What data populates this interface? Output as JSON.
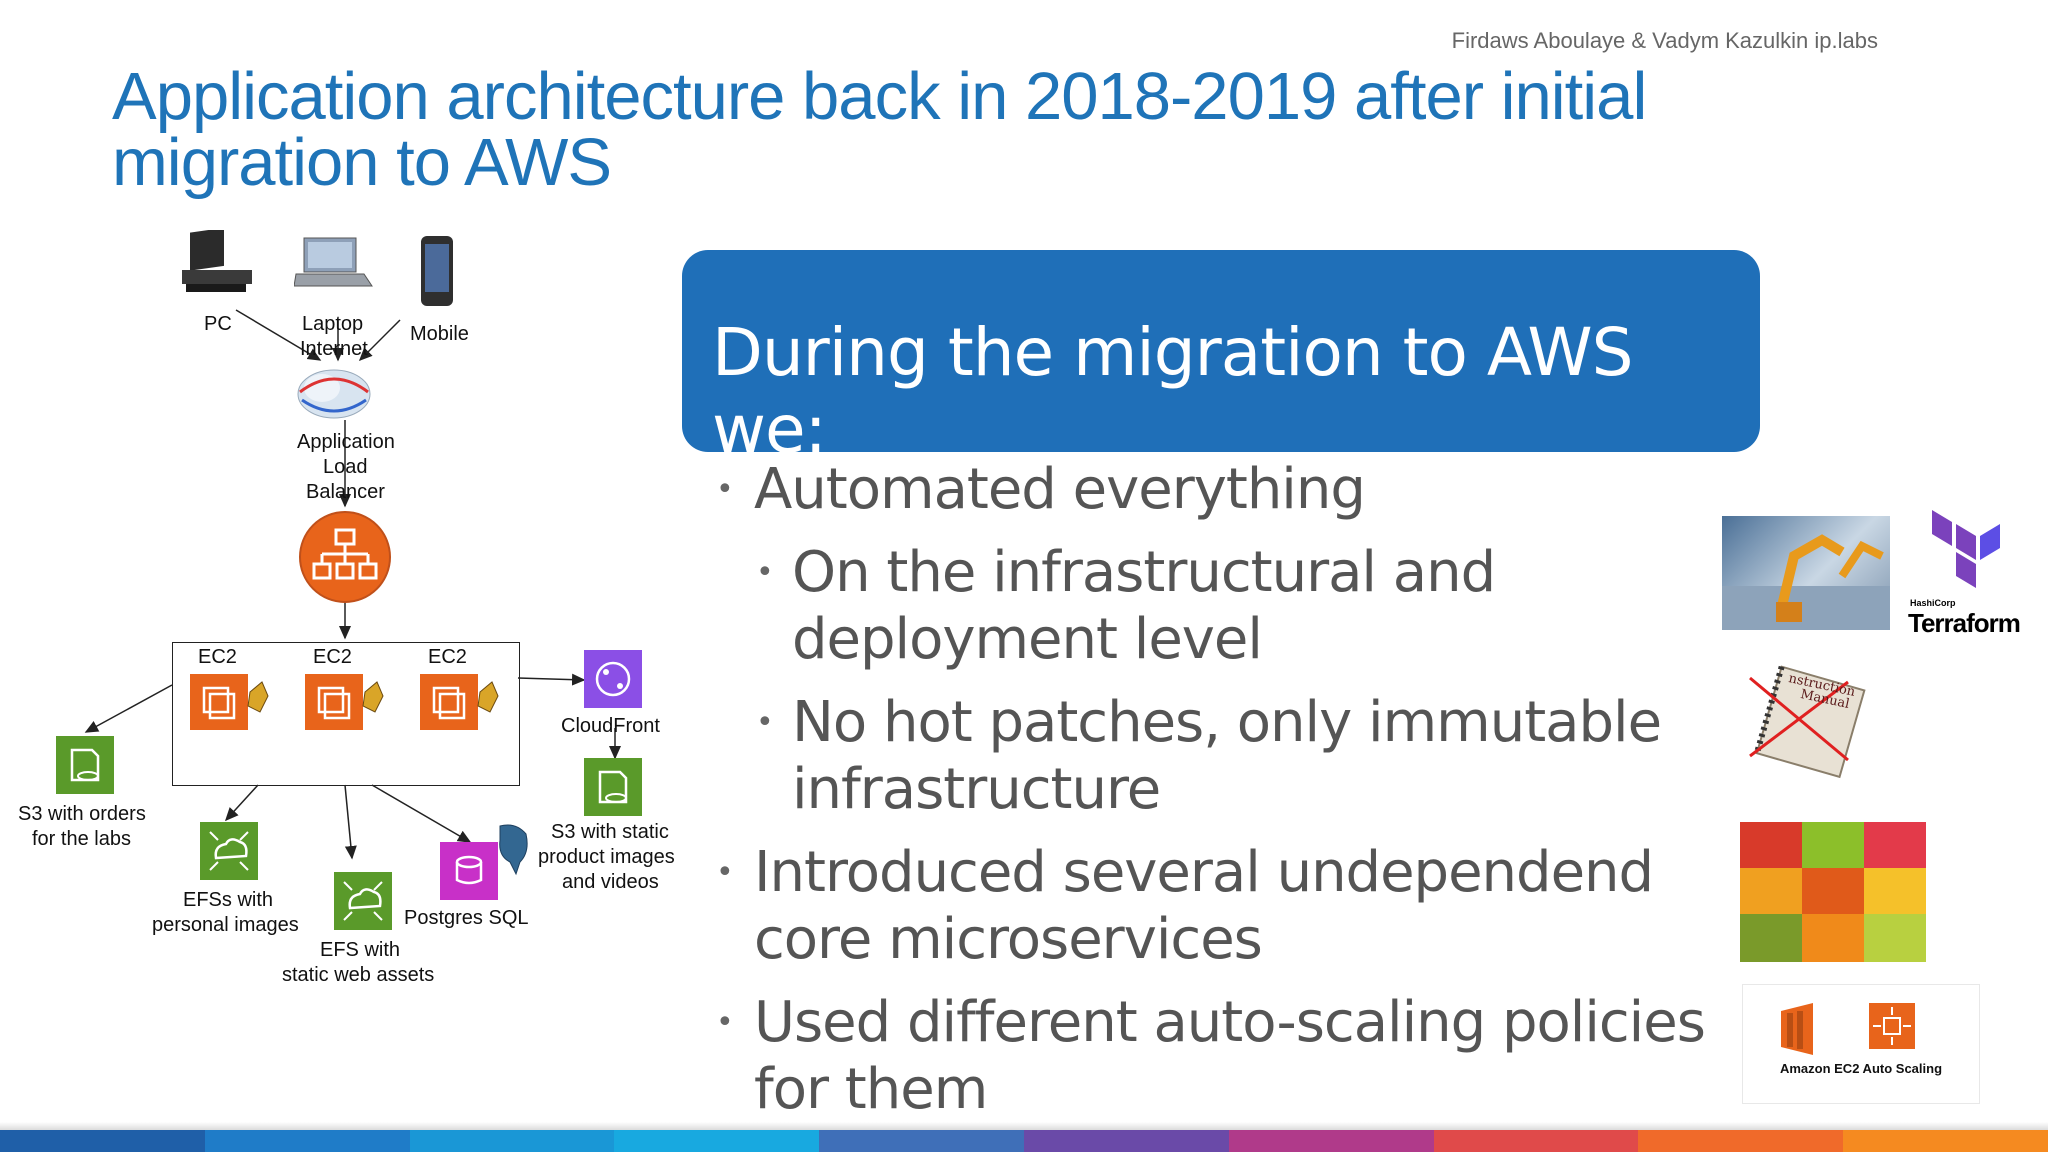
{
  "author": "Firdaws Aboulaye & Vadym Kazulkin ip.labs",
  "title": {
    "line1": "Application architecture back in 2018-2019 after initial",
    "line2": "migration to AWS"
  },
  "diagram": {
    "pc": "PC",
    "laptop": "Laptop",
    "mobile": "Mobile",
    "internet": "Internet",
    "alb": [
      "Application",
      "Load",
      "Balancer"
    ],
    "ec2": [
      "EC2",
      "EC2",
      "EC2"
    ],
    "cloudfront": "CloudFront",
    "s3_orders": [
      "S3 with orders",
      "for the labs"
    ],
    "s3_static": [
      "S3 with static",
      "product images",
      "and videos"
    ],
    "efs_personal": [
      "EFSs with",
      "personal images"
    ],
    "efs_static": [
      "EFS with",
      "static web assets"
    ],
    "postgres": "Postgres SQL"
  },
  "panel": {
    "heading": "During the migration to AWS we:"
  },
  "bullets": [
    {
      "level": 1,
      "text": "Automated everything"
    },
    {
      "level": 2,
      "text": "On the infrastructural and deployment level"
    },
    {
      "level": 2,
      "text": "No hot patches, only immutable infrastructure"
    },
    {
      "level": 1,
      "text": "Introduced several undependend core microservices"
    },
    {
      "level": 1,
      "text": "Used different auto-scaling policies for them"
    }
  ],
  "images": {
    "terraform_small": "HashiCorp",
    "terraform": "Terraform",
    "manual": [
      "nstruction",
      "Manual"
    ],
    "autoscaling": "Amazon EC2 Auto Scaling"
  },
  "colors": {
    "title": "#1f74b8",
    "panel": "#1f6fb8",
    "orange": "#e8641b",
    "green": "#5a9a2a",
    "purple": "#8b4fe6",
    "magenta": "#c830c8"
  }
}
